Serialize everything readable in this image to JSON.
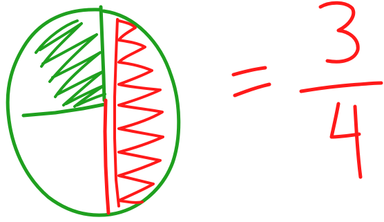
{
  "equation": {
    "equals": "=",
    "numerator": "3",
    "denominator": "4"
  },
  "fraction": {
    "shaded_parts": 3,
    "total_parts": 4
  },
  "colors": {
    "circle": "#1fa01f",
    "green_shading": "#1fa01f",
    "red_shading": "#ff1a1a",
    "equation": "#ff1a1a"
  }
}
